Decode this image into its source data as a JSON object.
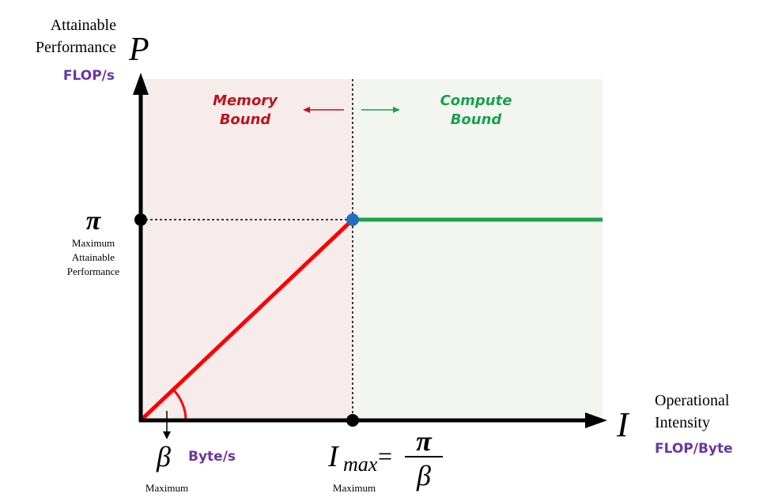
{
  "title": "Roofline Model",
  "y_axis": {
    "label_line1": "Attainable",
    "label_line2": "Performance",
    "symbol": "P",
    "unit": "FLOP/s"
  },
  "x_axis": {
    "label_line1": "Operational",
    "label_line2": "Intensity",
    "symbol": "I",
    "unit": "FLOP/Byte"
  },
  "regions": {
    "memory": {
      "line1": "Memory",
      "line2": "Bound",
      "color": "#c0111a"
    },
    "compute": {
      "line1": "Compute",
      "line2": "Bound",
      "color": "#17a34a"
    }
  },
  "pi_label": {
    "symbol": "π",
    "line1": "Maximum",
    "line2": "Attainable",
    "line3": "Performance"
  },
  "beta_label": {
    "symbol": "β",
    "unit": "Byte/s",
    "caption": "Maximum"
  },
  "imax_label": {
    "I": "I",
    "sub": "max",
    "eq": "=",
    "num": "π",
    "den": "β",
    "caption": "Maximum"
  },
  "colors": {
    "memory_bg": "#f7ecec",
    "compute_bg": "#f3f6f0",
    "memory_line": "#ff0000",
    "compute_line": "#1aa34a",
    "ridge_point": "#1f6fbf"
  }
}
